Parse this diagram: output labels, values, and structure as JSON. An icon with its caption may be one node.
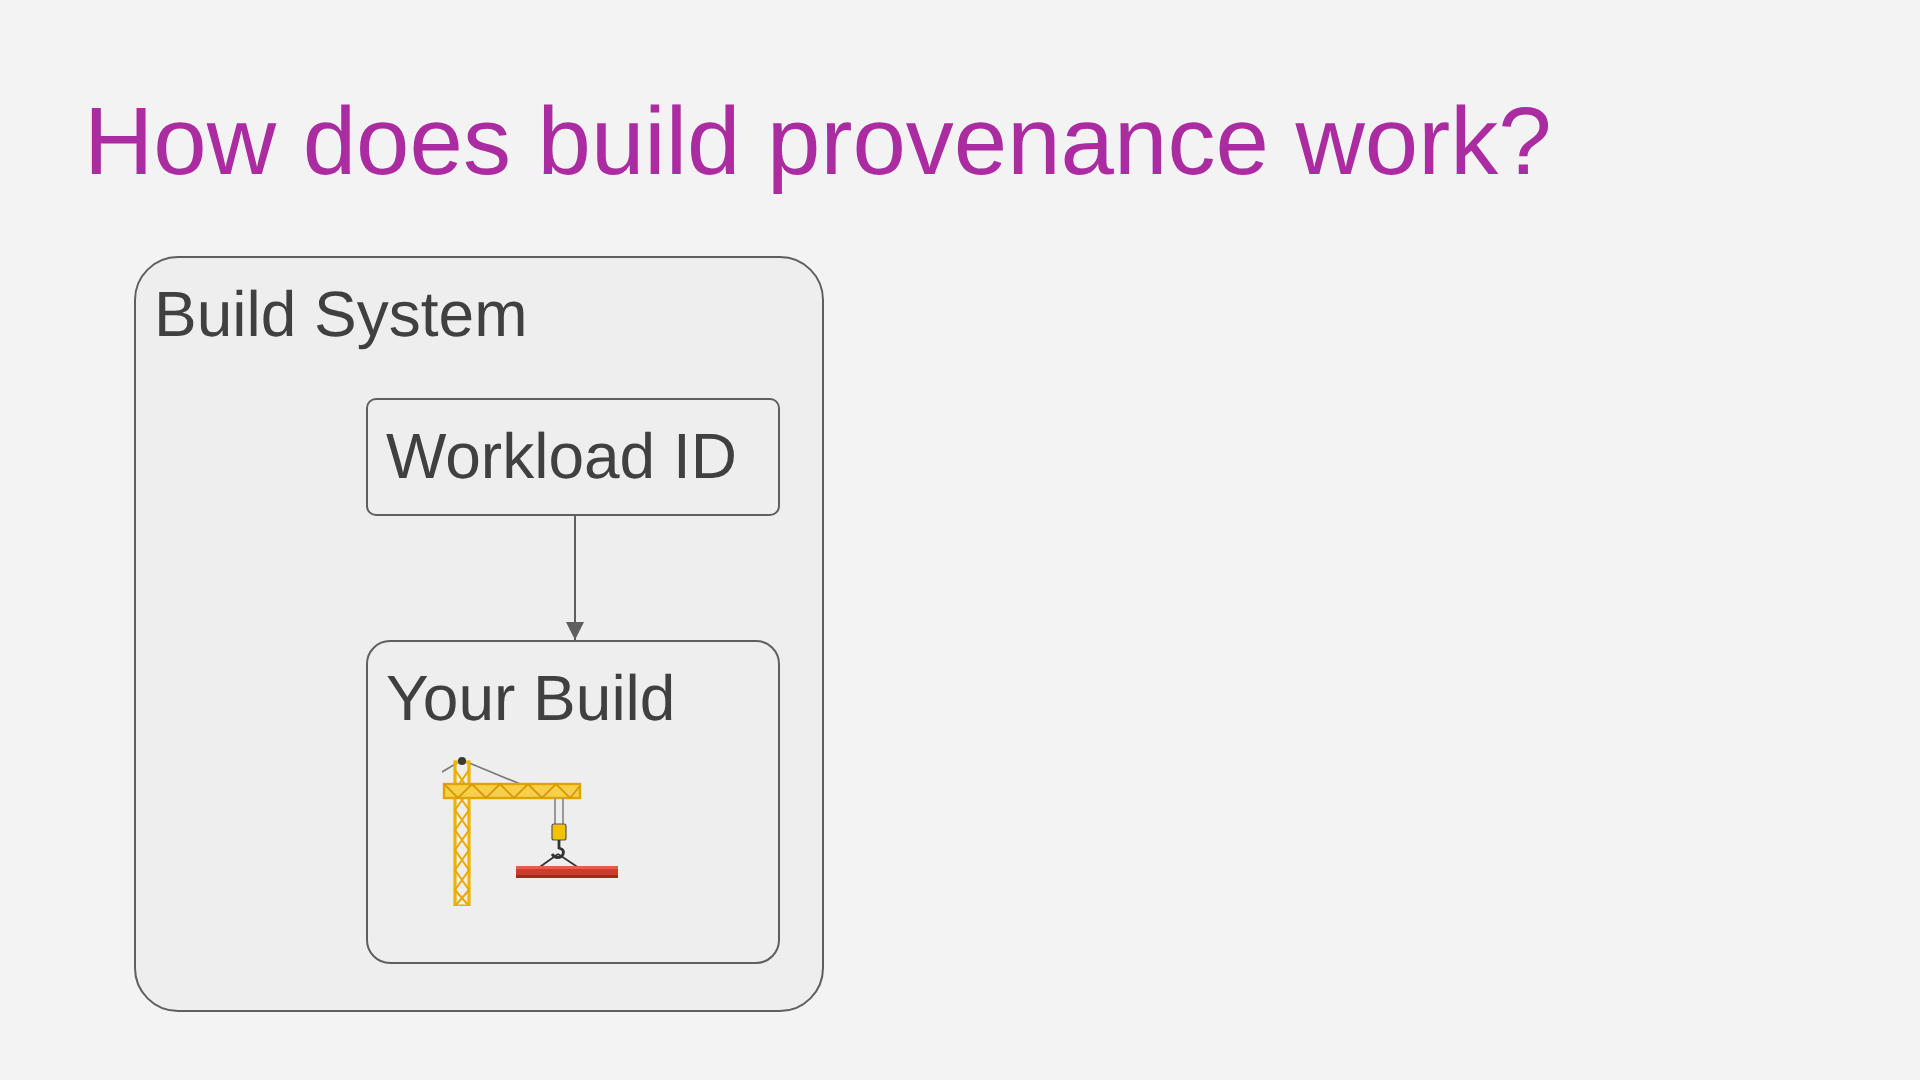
{
  "diagram": {
    "title": "How does build provenance work?",
    "nodes": [
      {
        "text": [
          "Build System"
        ]
      },
      {
        "text": [
          "Workload ID"
        ],
        "in": 0
      },
      {
        "text": [
          "Your Build"
        ],
        "in": 0
      }
    ],
    "edges": [
      {
        "from": 1,
        "to": 2,
        "arrow": "to"
      }
    ]
  }
}
